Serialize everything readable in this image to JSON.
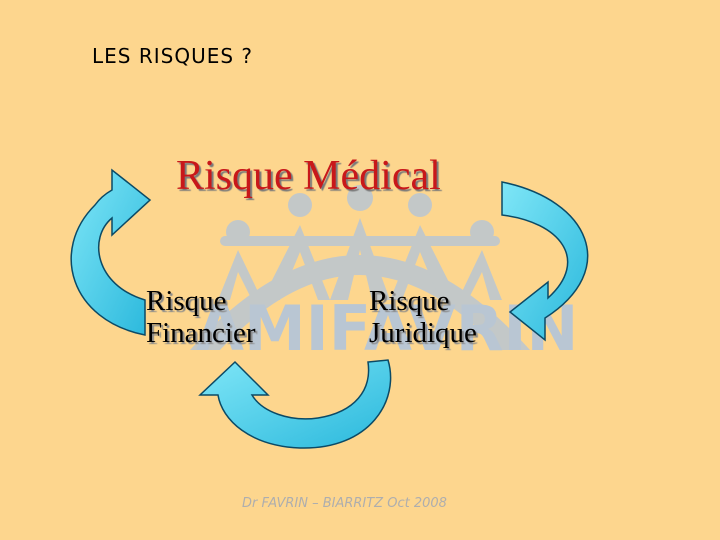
{
  "slide": {
    "title": "LES RISQUES ?",
    "footer": "Dr FAVRIN – BIARRITZ Oct 2008"
  },
  "logo": {
    "icon": "amifavrin-logo-watermark",
    "text": "AMIFAVRIN",
    "color": "#b9c6d3"
  },
  "diagram": {
    "main_node": {
      "label": "Risque Médical",
      "color": "#c8181a"
    },
    "left_node": {
      "line1": "Risque",
      "line2": "Financier"
    },
    "right_node": {
      "line1": "Risque",
      "line2": "Juridique"
    },
    "arrow_color": "#4fd0ec"
  }
}
